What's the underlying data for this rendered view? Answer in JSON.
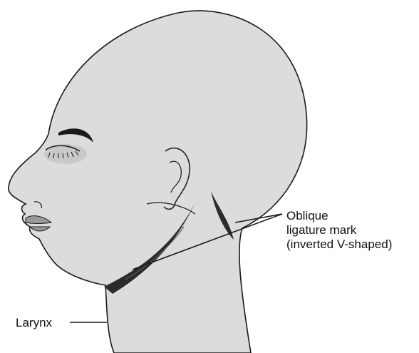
{
  "labels": {
    "ligature_line1": "Oblique",
    "ligature_line2": "ligature mark",
    "ligature_line3": "(inverted V-shaped)",
    "larynx": "Larynx"
  },
  "colors": {
    "skin": "#dcdcdc",
    "outline": "#1a1a1a",
    "ligature": "#2b2b2b",
    "ligature_highlight": "#5a5a5a",
    "eyelid_shadow": "#bdbdbd",
    "lips": "#9a9a9a"
  }
}
